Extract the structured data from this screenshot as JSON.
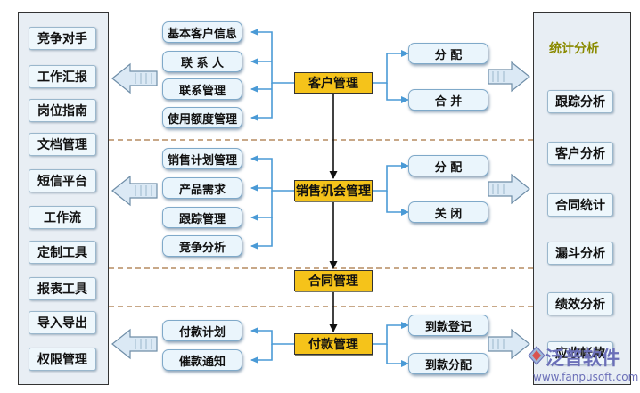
{
  "left_panel": {
    "items": [
      "竞争对手",
      "工作汇报",
      "岗位指南",
      "文档管理",
      "短信平台",
      "工作流",
      "定制工具",
      "报表工具",
      "导入导出",
      "权限管理"
    ]
  },
  "right_panel": {
    "title": "统计分析",
    "items": [
      "跟踪分析",
      "客户分析",
      "合同统计",
      "漏斗分析",
      "绩效分析",
      "应收帐款"
    ]
  },
  "core": [
    "客户管理",
    "销售机会管理",
    "合同管理",
    "付款管理"
  ],
  "customer": {
    "left": [
      "基本客户信息",
      "联 系 人",
      "联系管理",
      "使用额度管理"
    ],
    "right": [
      "分 配",
      "合 并"
    ]
  },
  "opportunity": {
    "left": [
      "销售计划管理",
      "产品需求",
      "跟踪管理",
      "竞争分析"
    ],
    "right": [
      "分 配",
      "关 闭"
    ]
  },
  "payment": {
    "left": [
      "付款计划",
      "催款通知"
    ],
    "right": [
      "到款登记",
      "到款分配"
    ]
  },
  "logo": {
    "name": "泛普软件",
    "url": "www.fanpusoft.com"
  },
  "colors": {
    "core": "#f5c31a",
    "arrow": "#4a9ad6",
    "panel": "#e8eef4",
    "box_border": "#7fa9c9",
    "logo": "#6b6fb8"
  }
}
